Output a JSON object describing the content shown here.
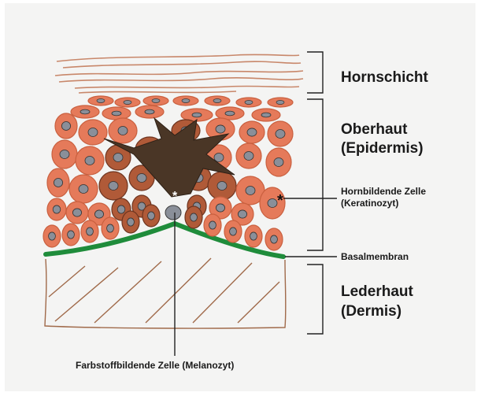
{
  "labels": {
    "hornschicht": "Hornschicht",
    "oberhaut": "Oberhaut",
    "epidermis": "(Epidermis)",
    "hornbildende": "Hornbildende Zelle",
    "keratinozyt": "(Keratinozyt)",
    "basalmembran": "Basalmembran",
    "lederhaut": "Lederhaut",
    "dermis": "(Dermis)",
    "melanozyt": "Farbstoffbildende Zelle (Melanozyt)"
  },
  "markers": {
    "keratinocyte": "*",
    "melanocyte": "*"
  },
  "colors": {
    "keratinocyte": "#e57a5a",
    "keratinocyte_dark": "#c9603f",
    "melanocyte_body": "#4a3626",
    "pigmented_cell": "#b05a38",
    "nucleus": "#8a8f99",
    "basal_membrane": "#1f8c3b",
    "dermis_outline": "#a06a4a",
    "stratum_corneum": "#c8876a"
  }
}
